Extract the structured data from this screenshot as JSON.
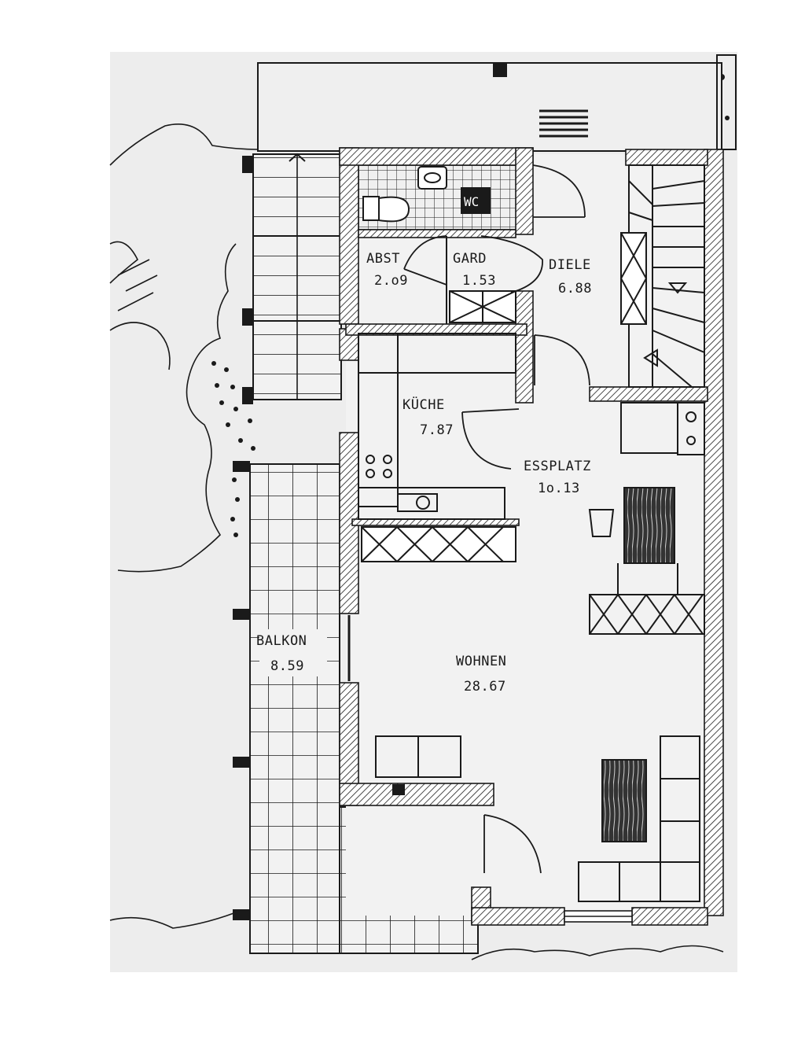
{
  "rooms": [
    {
      "key": "abst",
      "name": "ABST",
      "area": "2.o9"
    },
    {
      "key": "gard",
      "name": "GARD",
      "area": "1.53"
    },
    {
      "key": "diele",
      "name": "DIELE",
      "area": "6.88"
    },
    {
      "key": "kueche",
      "name": "KÜCHE",
      "area": "7.87"
    },
    {
      "key": "essplatz",
      "name": "ESSPLATZ",
      "area": "1o.13"
    },
    {
      "key": "wohnen",
      "name": "WOHNEN",
      "area": "28.67"
    },
    {
      "key": "balkon",
      "name": "BALKON",
      "area": "8.59"
    }
  ],
  "wc_label": "WC",
  "colors": {
    "paper": "#ededed",
    "line": "#1a1a1a",
    "wall_fill": "#ffffff"
  }
}
